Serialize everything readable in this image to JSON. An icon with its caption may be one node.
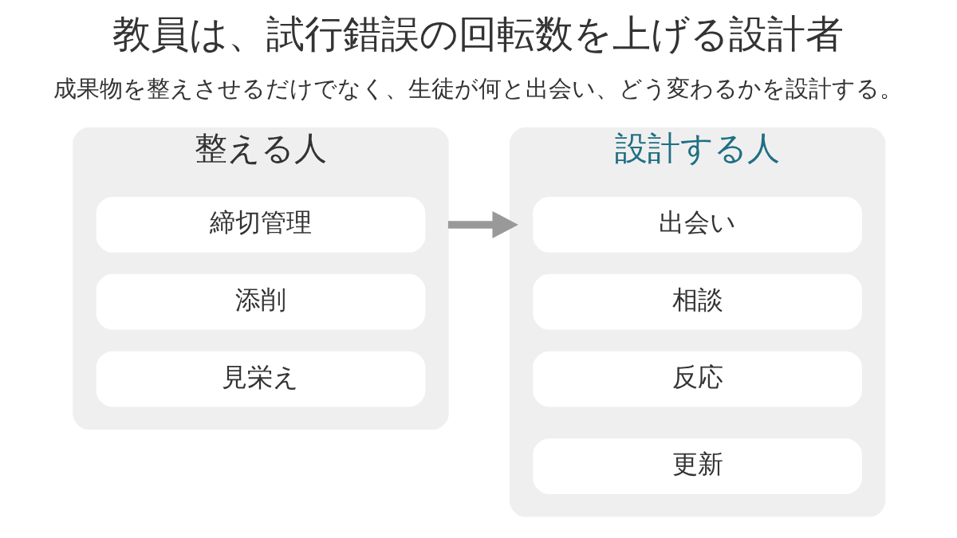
{
  "diagram": {
    "title": "教員は、試行錯誤の回転数を上げる設計者",
    "nodes": [
      {
        "text": [
          "整える人"
        ]
      },
      {
        "text": [
          "締切管理"
        ],
        "in": 0
      },
      {
        "text": [
          "添削"
        ],
        "in": 0
      },
      {
        "text": [
          "見栄え"
        ],
        "in": 0
      },
      {
        "text": [
          "設計する人"
        ]
      },
      {
        "text": [
          "出会い"
        ],
        "in": 4
      },
      {
        "text": [
          "相談"
        ],
        "in": 4
      },
      {
        "text": [
          "反応"
        ],
        "in": 4
      },
      {
        "text": [
          "更新"
        ],
        "in": 4
      }
    ],
    "edges": [
      {
        "from": 0,
        "to": 4,
        "arrow": "to"
      }
    ],
    "labels": [
      "成果物を整えさせるだけでなく、生徒が何と出会い、どう変わるかを設計する。"
    ]
  }
}
